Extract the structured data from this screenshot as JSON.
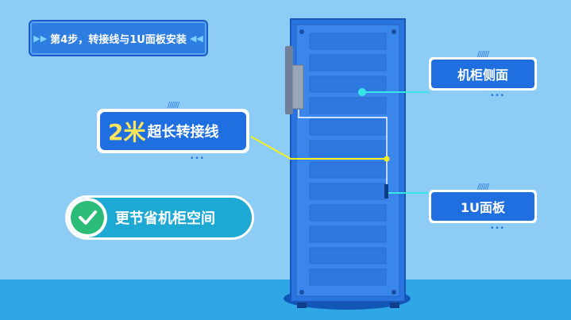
{
  "step_banner": {
    "text": "第4步，转接线与1U面板安装",
    "left_arrows": "▶▶",
    "right_arrows": "◀◀"
  },
  "callouts": {
    "side": {
      "label": "机柜侧面",
      "dots": "•••",
      "dashes": "//////"
    },
    "panel": {
      "label": "1U面板",
      "dots": "•••",
      "dashes": "//////"
    }
  },
  "cable": {
    "big": "2米",
    "small": "超长转接线",
    "dots": "•••",
    "dashes": "//////"
  },
  "save": {
    "label": "更节省机柜空间"
  },
  "colors": {
    "accent": "#1f6fe0",
    "highlight": "#ffe55a",
    "check": "#2bbd77",
    "background": "#8dccf4"
  }
}
